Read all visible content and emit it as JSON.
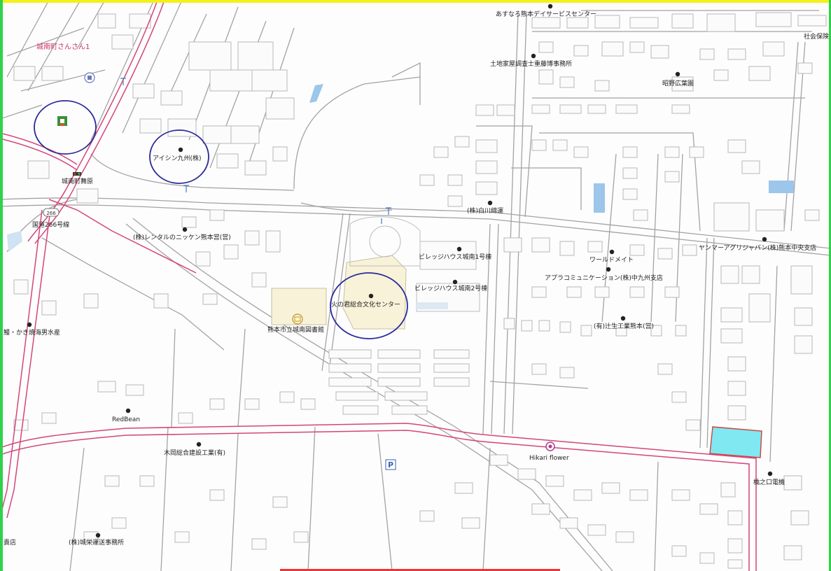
{
  "map": {
    "colors": {
      "road_major": "#d4457a",
      "road_minor": "#9a9a9a",
      "building_outline": "#b5b5b5",
      "facility_fill": "#f8f2d8",
      "water": "#9cc6ea",
      "highlight_fill": "#7fe8f0",
      "highlight_outline": "#d04040",
      "circle_mark": "#2a2a9a"
    },
    "labels": {
      "asunaro": "あすなろ熊本デイサービスセンター",
      "tochika": "土地家屋調査士重藤博事務所",
      "shakai": "社会保険",
      "soyano": "昭野広葉園",
      "jonan_sansan": "城南町さんさん1",
      "aishin": "アイシン九州(株)",
      "jonan_bus": "城南町舞原",
      "route266": "国道266号線",
      "shirakawa": "(株)白川綿運",
      "rental": "(株)レンタルのニッケン熊本営(営)",
      "yanmar": "ヤンマーアグリジャパン(株)熊本中央支店",
      "village1": "ビレッジハウス城南1号棟",
      "worldmate": "ワールドメイト",
      "apura": "アプラコミュニケーション(株)中九州支店",
      "village2": "ビレッジハウス城南2号棟",
      "hinokuni": "火の君総合文化センター",
      "library": "熊本市立城南図書館",
      "tsujisei": "(有)辻生工業熊本(営)",
      "kaki": "鰻・かき焼海男水産",
      "redbean": "RedBean",
      "kimura": "木岡総合建設工業(有)",
      "hikari": "Hikari flower",
      "parking": "P",
      "hashinoguchi": "橋之口電機",
      "sakamoto": "(株)城栄運送事務所",
      "ten": "貴店",
      "route_number": "266"
    }
  }
}
